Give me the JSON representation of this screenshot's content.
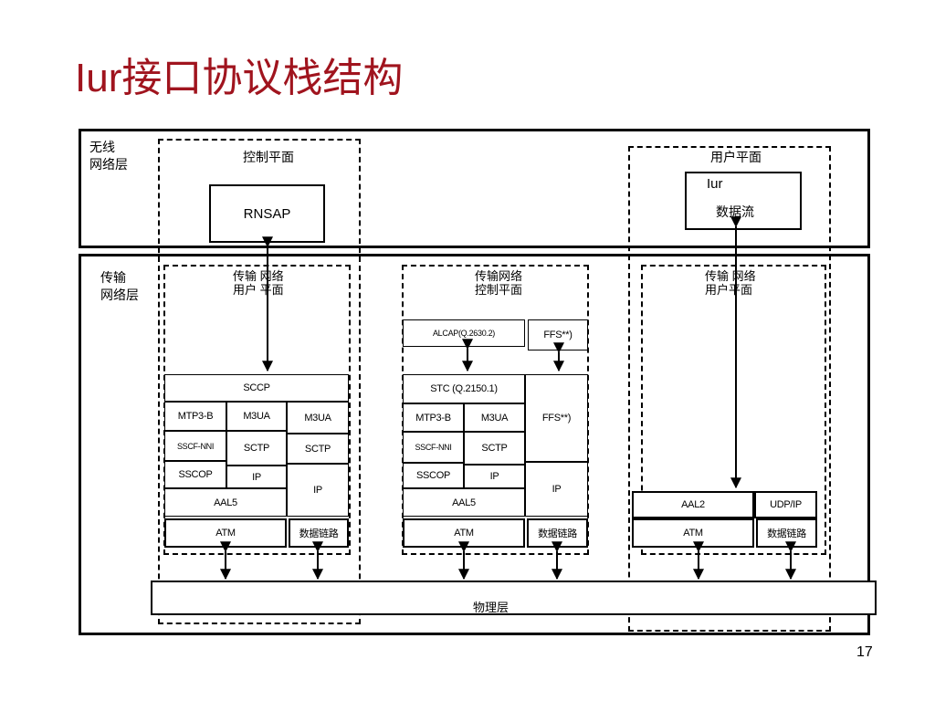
{
  "slide": {
    "title": "Iur接口协议栈结构",
    "page_number": "17"
  },
  "layers": {
    "radio_network": "无线\n网络层",
    "transport_network": "传输\n网络层"
  },
  "planes": {
    "control_plane": "控制平面",
    "user_plane": "用户平面",
    "tn_user_plane_left": "传输 网络\n用户 平面",
    "tn_control_plane": "传输网络\n控制平面",
    "tn_user_plane_right": "传输  网络\n用户平面"
  },
  "boxes": {
    "rnsap": "RNSAP",
    "iur_data_stream_line1": "Iur",
    "iur_data_stream_line2": "数据流",
    "physical_layer": "物理层"
  },
  "stack_left": {
    "sccp": "SCCP",
    "mtp3b": "MTP3-B",
    "m3ua_a": "M3UA",
    "m3ua_b": "M3UA",
    "sscf_nni": "SSCF-NNI",
    "sctp_a": "SCTP",
    "sctp_b": "SCTP",
    "sscop": "SSCOP",
    "ip_a": "IP",
    "ip_b": "IP",
    "aal5": "AAL5",
    "atm": "ATM",
    "data_link": "数据链路"
  },
  "stack_middle": {
    "alcap": "ALCAP(Q.2630.2)",
    "ffs_top": "FFS**)",
    "stc": "STC (Q.2150.1)",
    "ffs_mid": "FFS**)",
    "mtp3b": "MTP3-B",
    "m3ua": "M3UA",
    "sscf_nni": "SSCF-NNI",
    "sctp": "SCTP",
    "sscop": "SSCOP",
    "ip_a": "IP",
    "ip_b": "IP",
    "aal5": "AAL5",
    "atm": "ATM",
    "data_link": "数据链路"
  },
  "stack_right": {
    "aal2": "AAL2",
    "udp_ip": "UDP/IP",
    "atm": "ATM",
    "data_link": "数据链路"
  }
}
